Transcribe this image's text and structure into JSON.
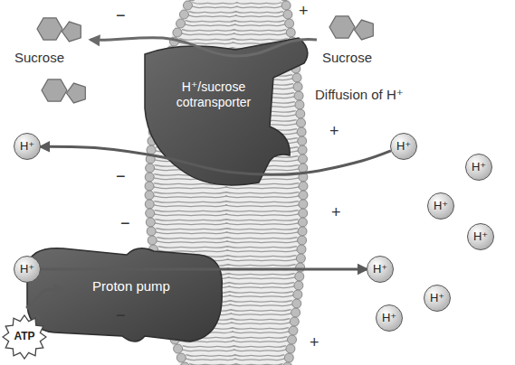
{
  "diagram": {
    "nodes": [
      {
        "text": [
          "H⁺/sucrose cotransporter"
        ]
      },
      {
        "text": [
          "H⁺"
        ]
      },
      {
        "text": [
          "H⁺"
        ]
      },
      {
        "text": [
          "H⁺"
        ]
      },
      {
        "text": [
          "H⁺"
        ]
      },
      {
        "text": [
          "H⁺"
        ]
      },
      {
        "text": [
          "H⁺"
        ]
      },
      {
        "text": [
          "Proton pump"
        ]
      },
      {
        "text": [
          "H⁺"
        ]
      },
      {
        "text": [
          "H⁺"
        ]
      },
      {
        "text": [
          "H⁺"
        ]
      },
      {
        "text": [
          "ATP"
        ]
      }
    ],
    "edges": [
      {
        "from": 1,
        "to": 2,
        "arrow": "to"
      },
      {
        "from": 6,
        "to": 8,
        "arrow": "to"
      },
      {
        "from": 11,
        "to": 7,
        "arrow": "to"
      }
    ],
    "labels": [
      "Sucrose",
      "Sucrose",
      "Diffusion of H⁺",
      "−",
      "−",
      "−",
      "−",
      "+",
      "+",
      "+",
      "+"
    ]
  }
}
